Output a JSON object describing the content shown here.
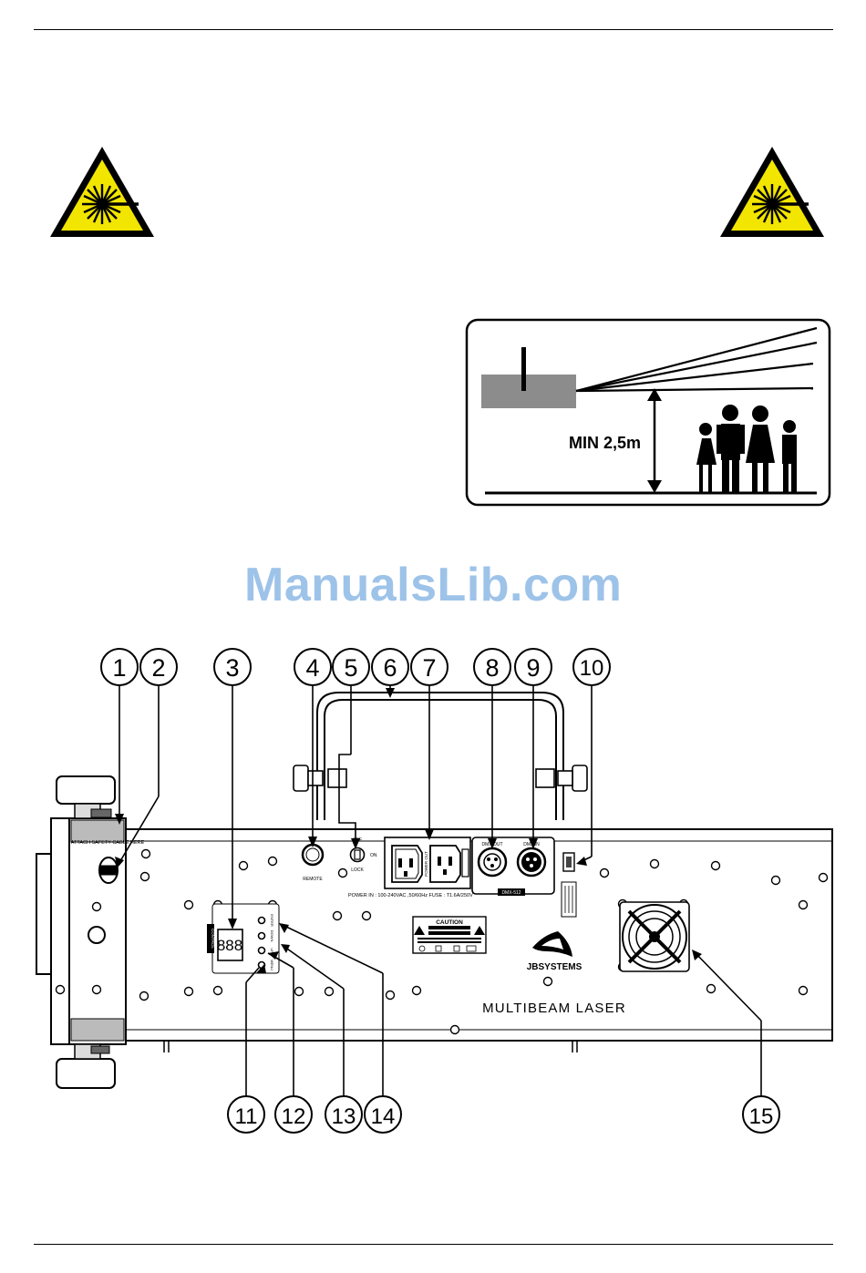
{
  "watermark": "ManualsLib.com",
  "height_diagram": {
    "label": "MIN 2,5m"
  },
  "callouts": [
    "1",
    "2",
    "3",
    "4",
    "5",
    "6",
    "7",
    "8",
    "9",
    "10",
    "11",
    "12",
    "13",
    "14",
    "15"
  ],
  "device": {
    "brand": "JBSYSTEMS",
    "model": "MULTIBEAM LASER",
    "safety_label": "ATTACH SAFETY CABLE HERE",
    "remote_label": "REMOTE",
    "switch_off": "OFF",
    "switch_on": "ON",
    "lock_label": "LOCK",
    "power_out": "POWER OUT",
    "power_in": "POWER IN : 100-240VAC ,50/60Hz   FUSE : T1.6A/250V",
    "dmx_out": "DMX OUT",
    "dmx_in": "DMX IN",
    "dmx_512": "DMX-512",
    "caution": "CAUTION",
    "control_label": "CONTROL",
    "display": "888",
    "buttons": [
      "ENTER",
      "DOWN",
      "UP",
      "MENU"
    ]
  },
  "colors": {
    "warning_yellow": "#f2e500",
    "watermark_blue": "#9ec3e9",
    "beam_box_gray": "#8c8c8c"
  }
}
